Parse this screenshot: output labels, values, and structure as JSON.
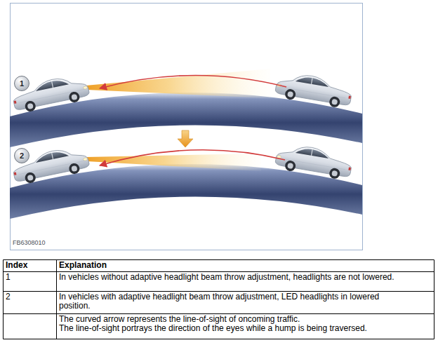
{
  "diagram": {
    "nodes": [
      {
        "text": [
          "1"
        ]
      },
      {
        "text": [
          "2"
        ]
      }
    ],
    "labels": [
      "FB6308010",
      "Index",
      "Explanation",
      "1",
      "In vehicles without adaptive headlight beam throw adjustment, headlights are not lowered.",
      "2",
      "In vehicles with adaptive headlight beam throw adjustment, LED headlights in lowered position.",
      "The curved arrow represents the line-of-sight of oncoming traffic.",
      "The line-of-sight portrays the direction of the eyes while a hump is being traversed."
    ]
  }
}
